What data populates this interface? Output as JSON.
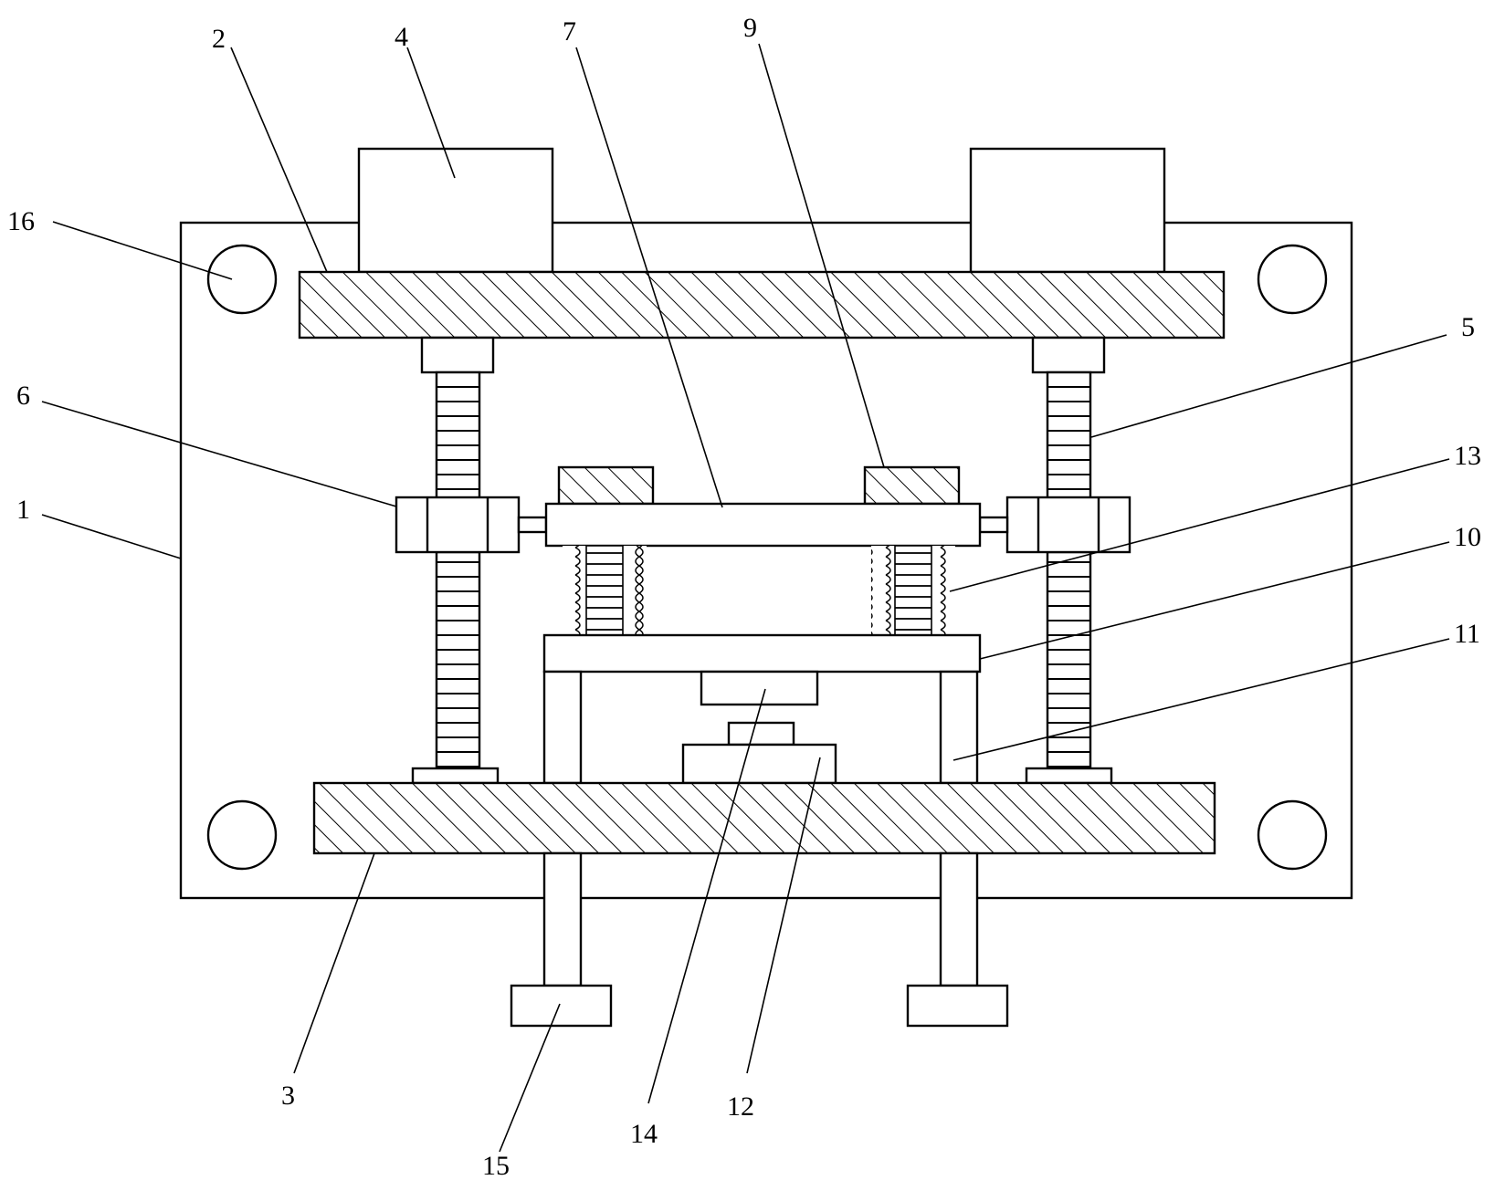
{
  "colors": {
    "stroke": "#000000",
    "background": "#ffffff"
  },
  "labels": [
    {
      "id": "label-1",
      "text": "1"
    },
    {
      "id": "label-2",
      "text": "2"
    },
    {
      "id": "label-3",
      "text": "3"
    },
    {
      "id": "label-4",
      "text": "4"
    },
    {
      "id": "label-5",
      "text": "5"
    },
    {
      "id": "label-6",
      "text": "6"
    },
    {
      "id": "label-7",
      "text": "7"
    },
    {
      "id": "label-9",
      "text": "9"
    },
    {
      "id": "label-10",
      "text": "10"
    },
    {
      "id": "label-11",
      "text": "11"
    },
    {
      "id": "label-12",
      "text": "12"
    },
    {
      "id": "label-13",
      "text": "13"
    },
    {
      "id": "label-14",
      "text": "14"
    },
    {
      "id": "label-15",
      "text": "15"
    },
    {
      "id": "label-16",
      "text": "16"
    }
  ]
}
